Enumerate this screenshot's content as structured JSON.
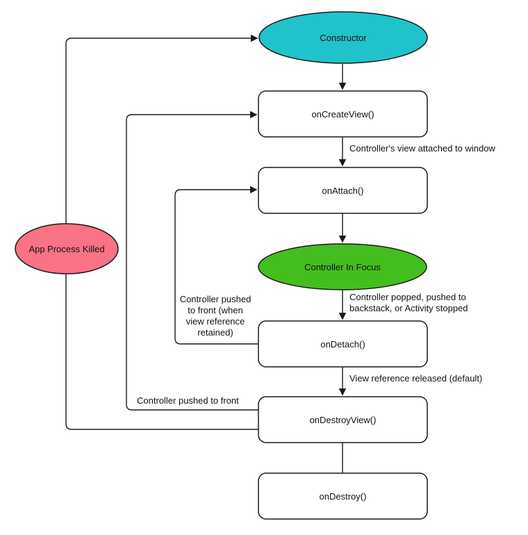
{
  "diagram": {
    "name": "controller-lifecycle-flowchart"
  },
  "colors": {
    "constructor_fill": "#20C3CA",
    "focus_fill": "#44BE1E",
    "killed_fill": "#F97286",
    "box_fill": "#FFFFFF",
    "stroke": "#1A1A1A"
  },
  "nodes": {
    "constructor": {
      "label": "Constructor",
      "shape": "ellipse"
    },
    "on_create_view": {
      "label": "onCreateView()",
      "shape": "rounded-rect"
    },
    "on_attach": {
      "label": "onAttach()",
      "shape": "rounded-rect"
    },
    "controller_in_focus": {
      "label": "Controller In Focus",
      "shape": "ellipse"
    },
    "on_detach": {
      "label": "onDetach()",
      "shape": "rounded-rect"
    },
    "on_destroy_view": {
      "label": "onDestroyView()",
      "shape": "rounded-rect"
    },
    "on_destroy": {
      "label": "onDestroy()",
      "shape": "rounded-rect"
    },
    "app_process_killed": {
      "label": "App Process Killed",
      "shape": "ellipse"
    }
  },
  "edges": {
    "view_attached": {
      "label": "Controller's view attached to window"
    },
    "popped": {
      "label": "Controller popped, pushed to\nbackstack, or Activity stopped"
    },
    "retained": {
      "label": "Controller pushed\nto front (when\nview reference\nretained)"
    },
    "view_released": {
      "label": "View reference released (default)"
    },
    "pushed_front": {
      "label": "Controller pushed to front"
    }
  }
}
